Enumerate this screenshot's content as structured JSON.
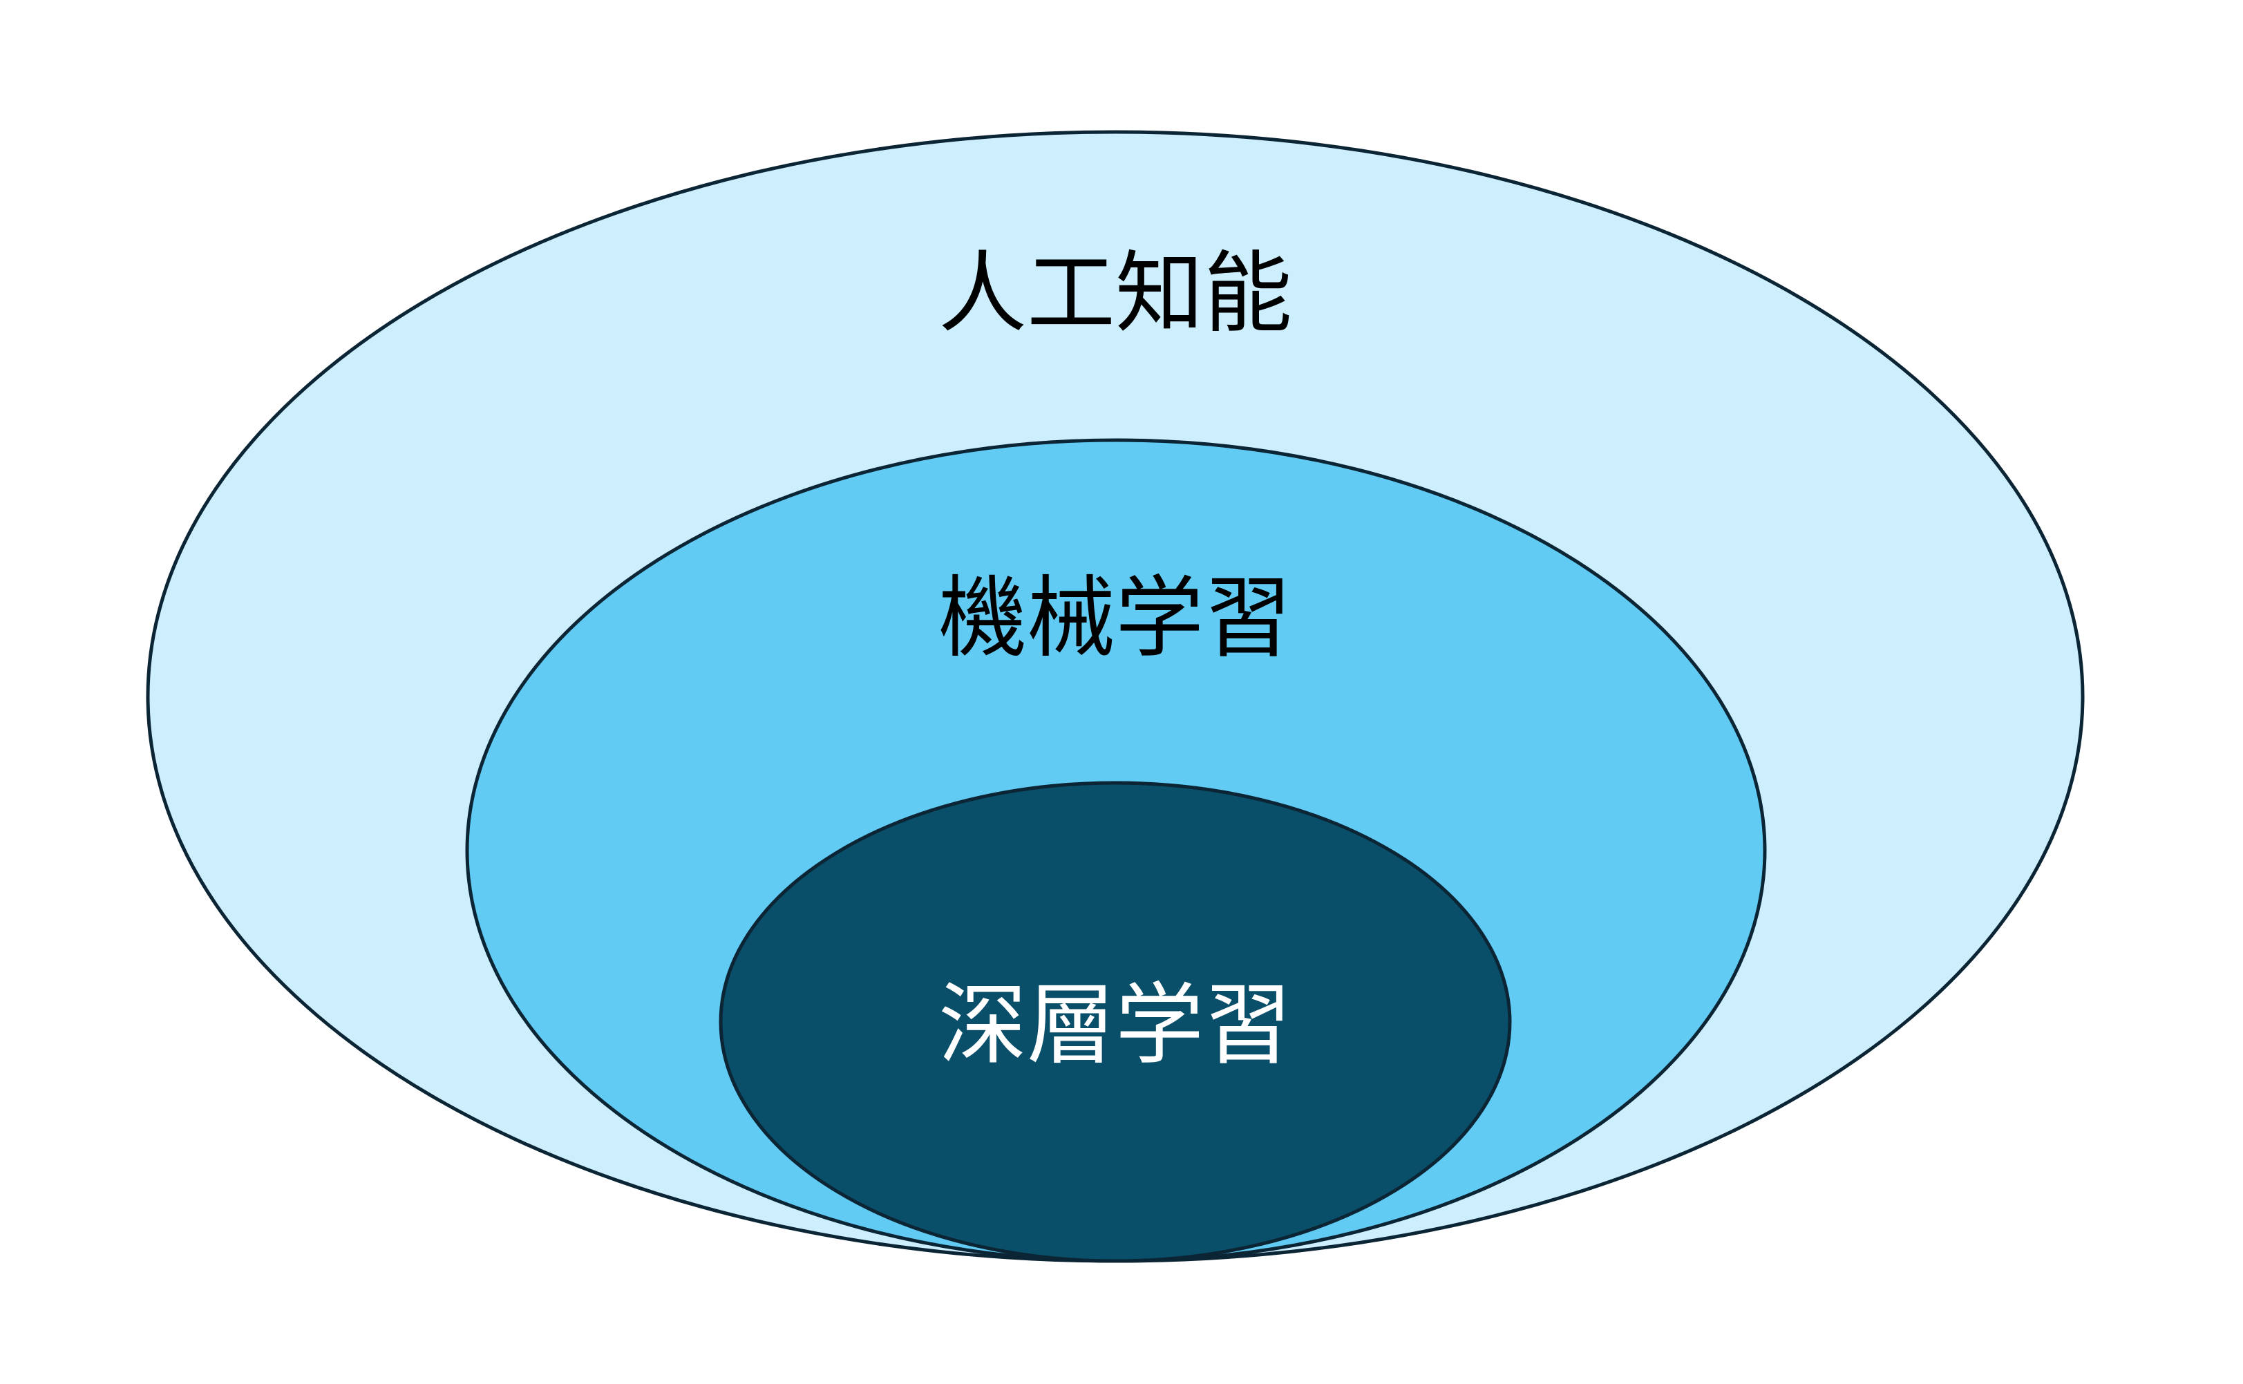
{
  "diagram": {
    "type": "nested-ellipses",
    "sets": [
      {
        "label": "人工知能",
        "fill": "#cdeefc",
        "text_color": "#000000"
      },
      {
        "label": "機械学習",
        "fill": "#62cbf3",
        "text_color": "#000000"
      },
      {
        "label": "深層学習",
        "fill": "#0a4f69",
        "text_color": "#ffffff"
      }
    ],
    "stroke": "#0b2535"
  }
}
